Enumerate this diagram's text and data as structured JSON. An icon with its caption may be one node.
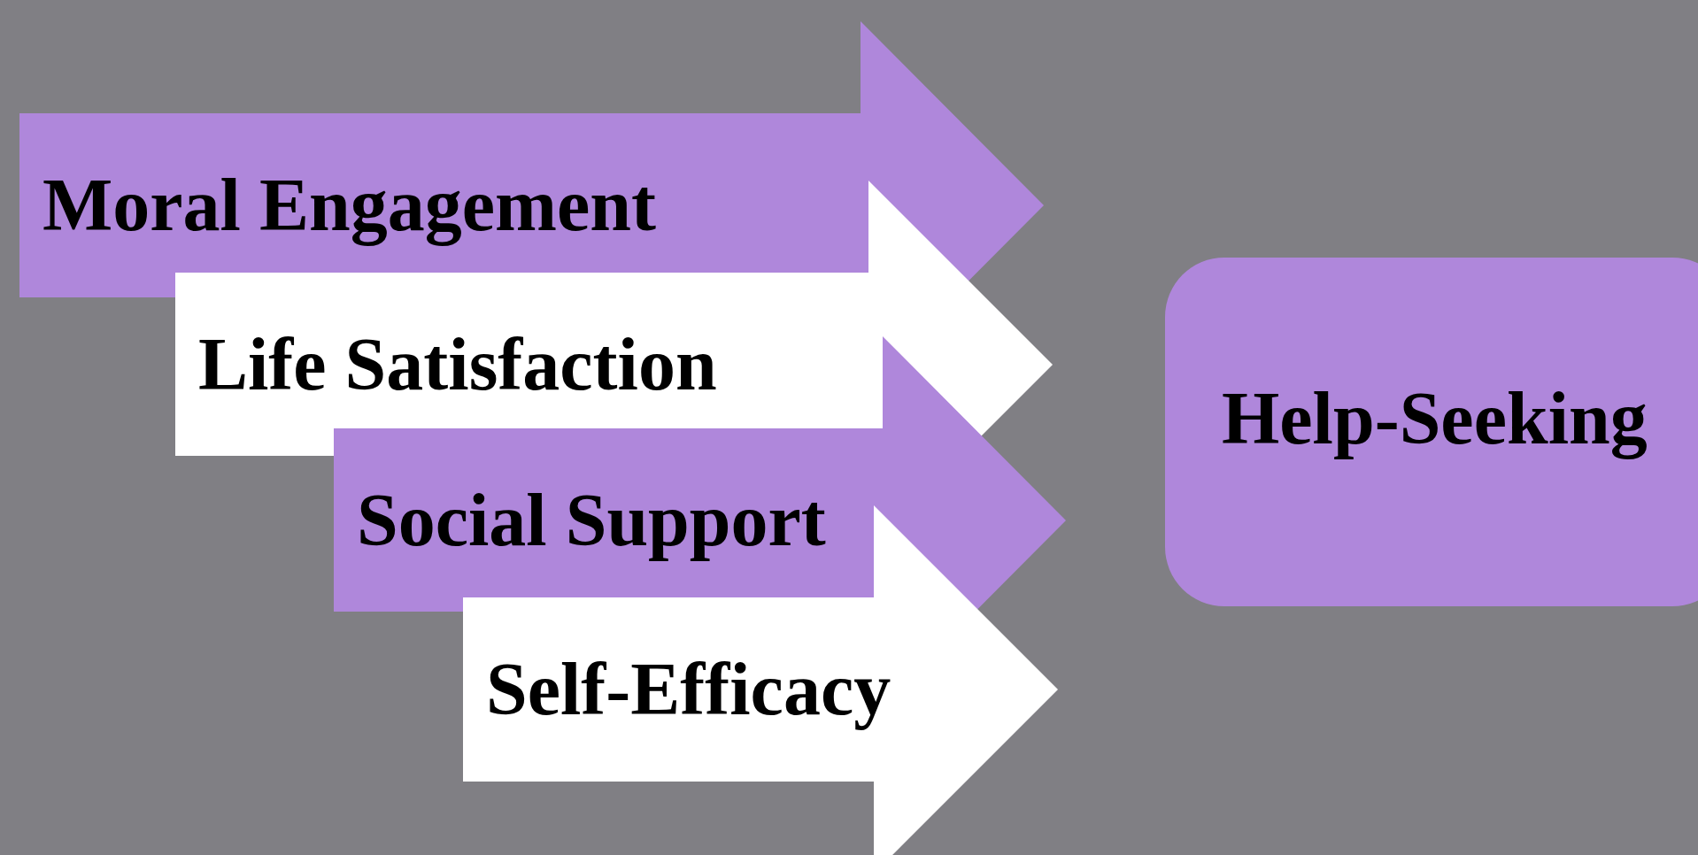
{
  "diagram": {
    "nodes": [
      {
        "text": [
          "Moral Engagement"
        ]
      },
      {
        "text": [
          "Life Satisfaction"
        ]
      },
      {
        "text": [
          "Social Support"
        ]
      },
      {
        "text": [
          "Self-Efficacy"
        ]
      },
      {
        "text": [
          "Help-Seeking"
        ]
      }
    ]
  }
}
